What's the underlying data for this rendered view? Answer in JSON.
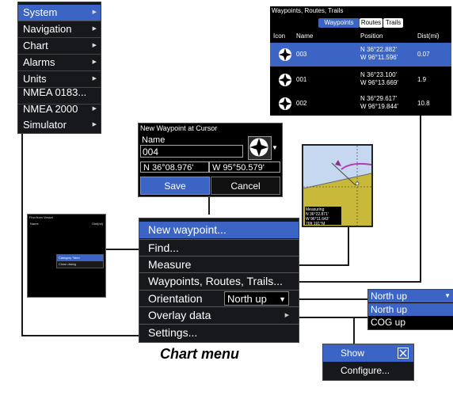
{
  "system_menu": {
    "items": [
      {
        "label": "System",
        "selected": true
      },
      {
        "label": "Navigation"
      },
      {
        "label": "Chart"
      },
      {
        "label": "Alarms"
      },
      {
        "label": "Units"
      },
      {
        "label": "NMEA 0183..."
      },
      {
        "label": "NMEA 2000"
      },
      {
        "label": "Simulator"
      }
    ]
  },
  "waypoints_panel": {
    "title": "Waypoints, Routes, Trails",
    "tabs": [
      "Waypoints",
      "Routes",
      "Trails"
    ],
    "columns": [
      "Icon",
      "Name",
      "Position",
      "Dist(mi)"
    ],
    "rows": [
      {
        "name": "003",
        "lat": "N  36°22.882'",
        "lon": "W  96°11.596'",
        "dist": "0.07"
      },
      {
        "name": "001",
        "lat": "N  36°23.100'",
        "lon": "W  96°13.669'",
        "dist": "1.9"
      },
      {
        "name": "002",
        "lat": "N  36°29.617'",
        "lon": "W  96°19.844'",
        "dist": "10.8"
      }
    ]
  },
  "new_waypoint": {
    "title": "New Waypoint at Cursor",
    "name_label": "Name",
    "name_value": "004",
    "lat": "N  36°08.976'",
    "lon": "W  95°50.579'",
    "save": "Save",
    "cancel": "Cancel"
  },
  "map": {
    "measuring": [
      "Measuring",
      "N  36°22.871'",
      "W  96°11.643'",
      "76ft  191°M"
    ]
  },
  "find_dialog": {
    "title": "Find from Vessel",
    "name_col": "Name",
    "dist_col": "Dist(mi)",
    "category": "Category  *Ideo",
    "close": "Close dialog"
  },
  "chart_menu": {
    "new_waypoint": "New waypoint...",
    "find": "Find...",
    "measure": "Measure",
    "waypoints": "Waypoints, Routes, Trails...",
    "orientation": "Orientation",
    "orientation_value": "North up",
    "overlay": "Overlay data",
    "settings": "Settings...",
    "caption": "Chart menu"
  },
  "orientation_dropdown": {
    "selected": "North up",
    "options": [
      "North up",
      "COG up"
    ]
  },
  "overlay_popup": {
    "show": "Show",
    "configure": "Configure..."
  },
  "colors": {
    "accent": "#3b64c4",
    "panel": "#17181c"
  }
}
